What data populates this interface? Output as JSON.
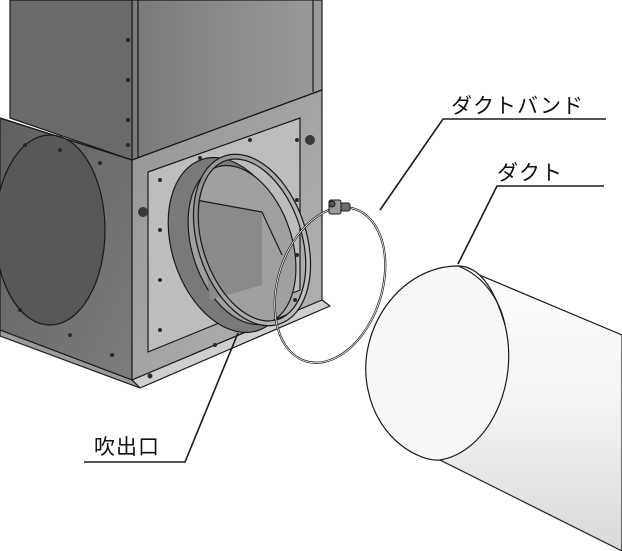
{
  "labels": {
    "duct_band": "ダクトバンド",
    "duct": "ダクト",
    "outlet": "吹出口"
  },
  "colors": {
    "line": "#1a1a1a",
    "panel_dark": "#6d6d6d",
    "panel_mid": "#8f8f8f",
    "panel_light": "#a9a9a9",
    "duct_fill": "#f4f4f4"
  }
}
